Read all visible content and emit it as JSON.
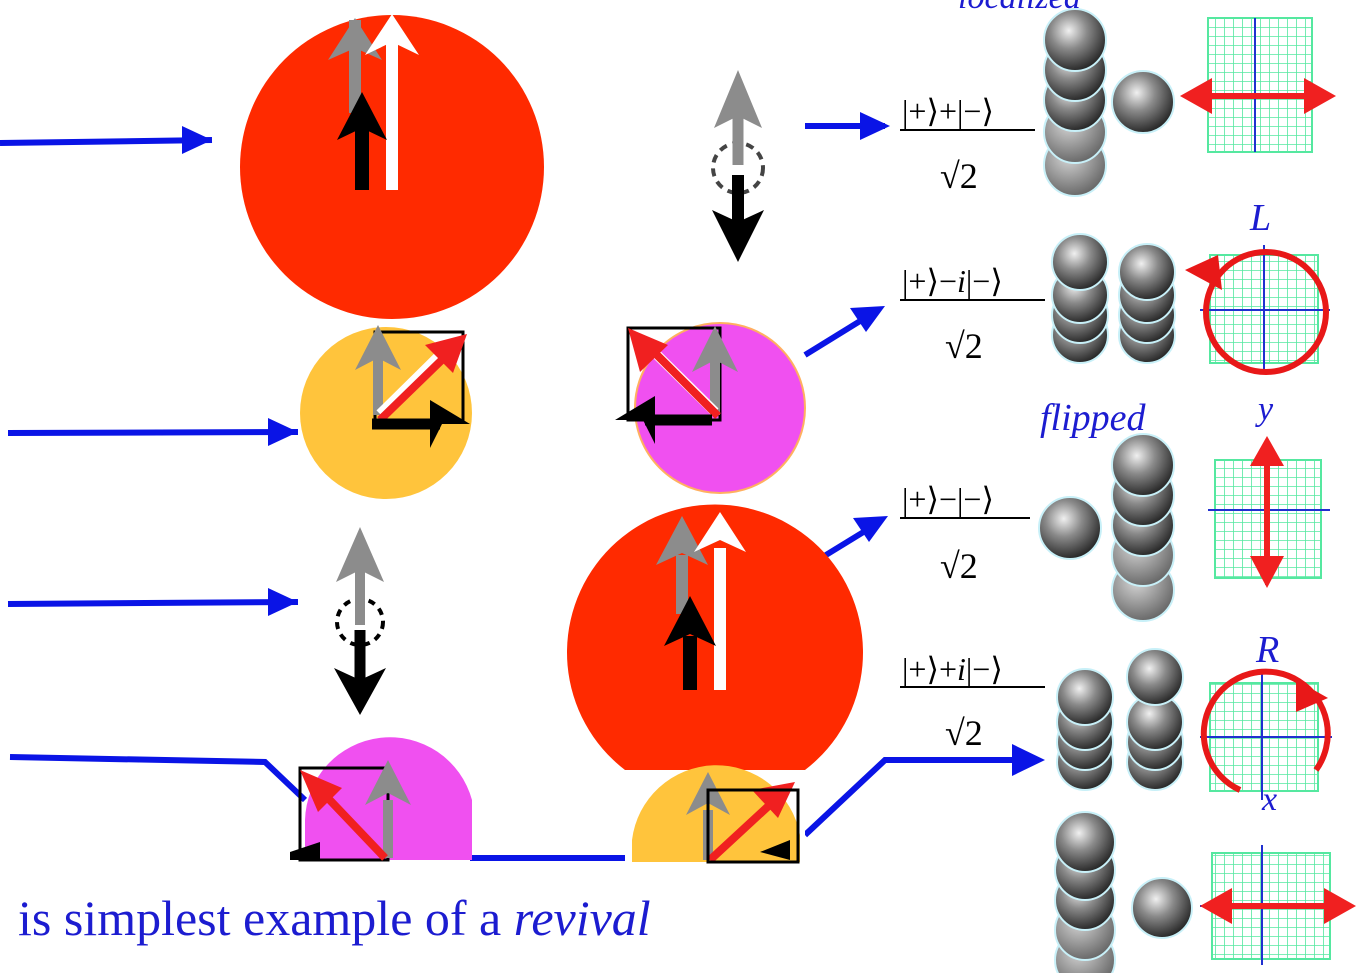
{
  "colors": {
    "blue": "#0a14e6",
    "red": "#ff2a00",
    "orange": "#ffc43c",
    "magenta": "#f050f0",
    "grid": "#55e8a0",
    "arrow_red": "#f02020",
    "gray": "#8c8c8c"
  },
  "labels": {
    "localized": "localized",
    "flipped": "flipped",
    "L": "L",
    "R": "R",
    "y": "y",
    "x": "x"
  },
  "states": [
    {
      "num": "|+⟩+|−⟩",
      "den": "√2"
    },
    {
      "num_a": "|+⟩−",
      "num_i": "i",
      "num_b": "|−⟩",
      "den": "√2"
    },
    {
      "num": "|+⟩−|−⟩",
      "den": "√2"
    },
    {
      "num_a": "|+⟩+",
      "num_i": "i",
      "num_b": "|−⟩",
      "den": "√2"
    }
  ],
  "caption": {
    "text": "is simplest example of a ",
    "italic": "revival"
  }
}
